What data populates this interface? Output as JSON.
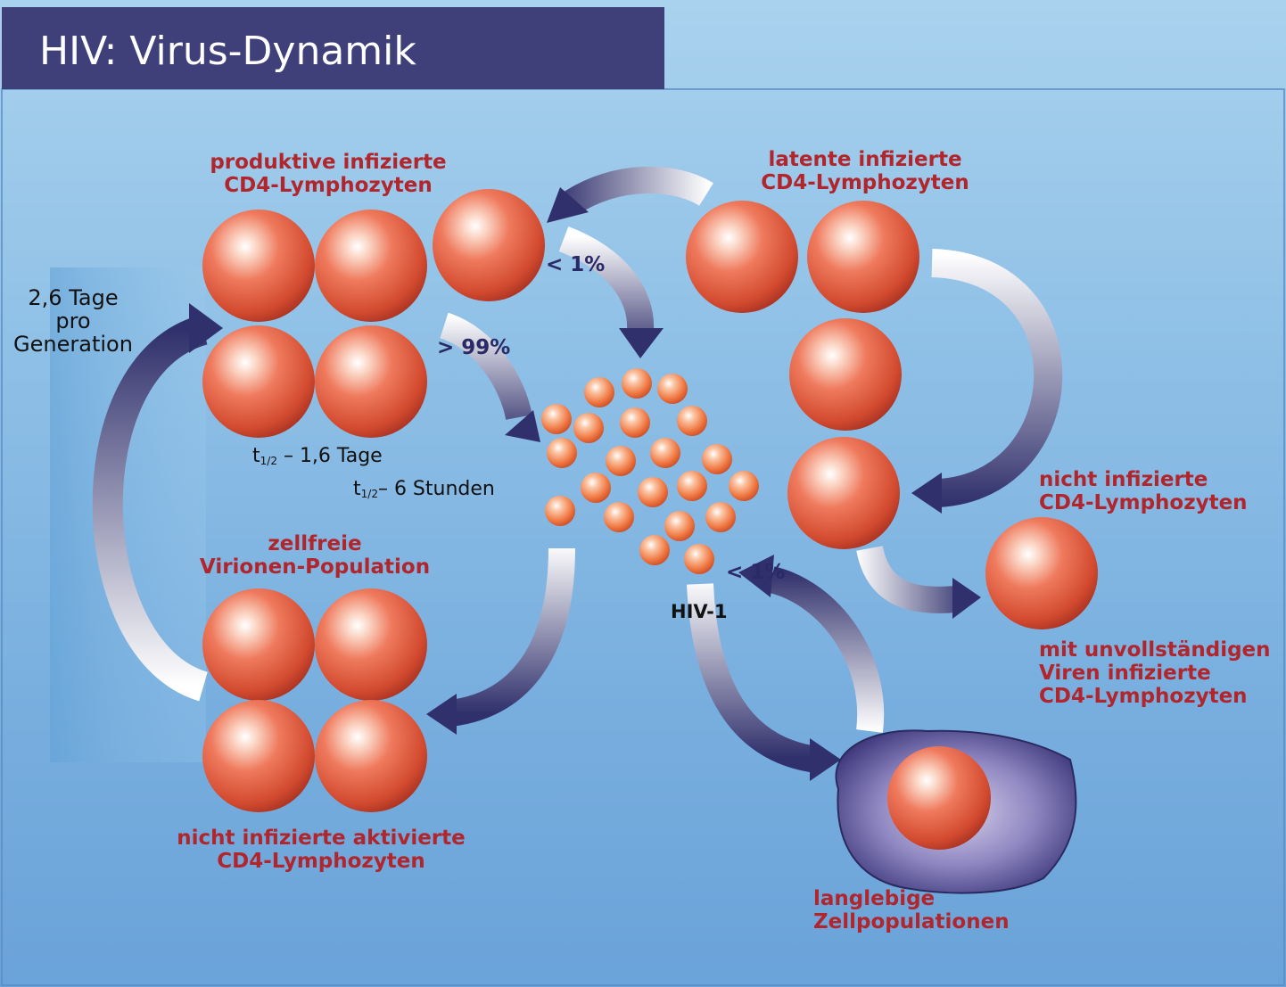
{
  "title": "HIV: Virus-Dynamik",
  "labels": {
    "productive": [
      "produktive infizierte",
      "CD4-Lymphozyten"
    ],
    "latent": [
      "latente infizierte",
      "CD4-Lymphozyten"
    ],
    "generation": [
      "2,6 Tage",
      "pro",
      "Generation"
    ],
    "pct_lt1_top": "< 1%",
    "pct_gt99": "> 99%",
    "halflife_1_sym": "t",
    "halflife_1_sub": "1/2",
    "halflife_1_text": " – 1,6 Tage",
    "halflife_2_sym": "t",
    "halflife_2_sub": "1/2",
    "halflife_2_text": "– 6 Stunden",
    "zellfreie": [
      "zellfreie",
      "Virionen-Population"
    ],
    "hiv": "HIV-1",
    "pct_lt1_bottom": "< 1%",
    "nicht_infizierte": [
      "nicht infizierte",
      "CD4-Lymphozyten"
    ],
    "unvollstaendig": [
      "mit unvollständigen",
      "Viren infizierte",
      "CD4-Lymphozyten"
    ],
    "aktivierte": [
      "nicht infizierte aktivierte",
      "CD4-Lymphozyten"
    ],
    "langlebige": [
      "langlebige",
      "Zellpopulationen"
    ]
  },
  "colors": {
    "title_bar": "#3f3f7a",
    "label_red": "#b1262c",
    "arrow_navy": "#34346e",
    "cell_orange": "#e4583b"
  }
}
